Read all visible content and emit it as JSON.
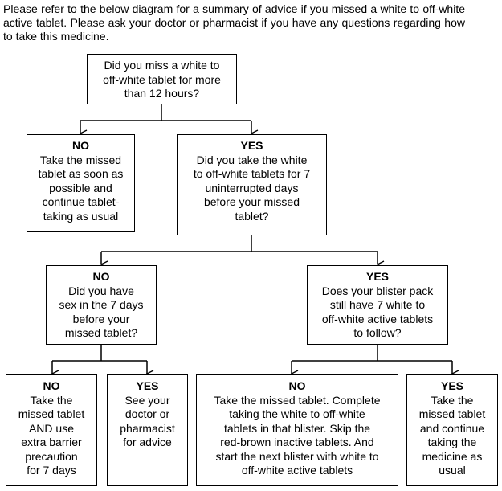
{
  "intro": "Please refer to the below diagram for a summary of advice if you missed a white to off-white active tablet. Please ask your doctor or pharmacist if you have any questions regarding how to take this medicine.",
  "nodes": {
    "q_missed_12h": {
      "head": "",
      "body": "Did you miss a white to\noff-white tablet for more\nthan 12 hours?"
    },
    "no_take_missed": {
      "head": "NO",
      "body": "Take the missed\ntablet as soon as\npossible and\ncontinue tablet-\ntaking as usual"
    },
    "yes_7_days": {
      "head": "YES",
      "body": "Did you take the white\nto off-white tablets for 7\nuninterrupted days\nbefore your missed\ntablet?"
    },
    "no_sex_7_days": {
      "head": "NO",
      "body": "Did you have\nsex in the 7 days\nbefore your\nmissed tablet?"
    },
    "yes_blister_7": {
      "head": "YES",
      "body": "Does your blister pack\nstill have 7 white to\noff-white active tablets\nto follow?"
    },
    "no_barrier": {
      "head": "NO",
      "body": "Take the\nmissed tablet\nAND use\nextra barrier\nprecaution\nfor 7 days"
    },
    "yes_see_doctor": {
      "head": "YES",
      "body": "See your\ndoctor or\npharmacist\nfor advice"
    },
    "no_skip_inactive": {
      "head": "NO",
      "body": "Take the missed tablet. Complete\ntaking the white to off-white\ntablets in that blister. Skip the\nred-brown inactive tablets. And\nstart the next blister with white to\noff-white active tablets"
    },
    "yes_continue": {
      "head": "YES",
      "body": "Take the\nmissed tablet\nand continue\ntaking the\nmedicine as\nusual"
    }
  }
}
